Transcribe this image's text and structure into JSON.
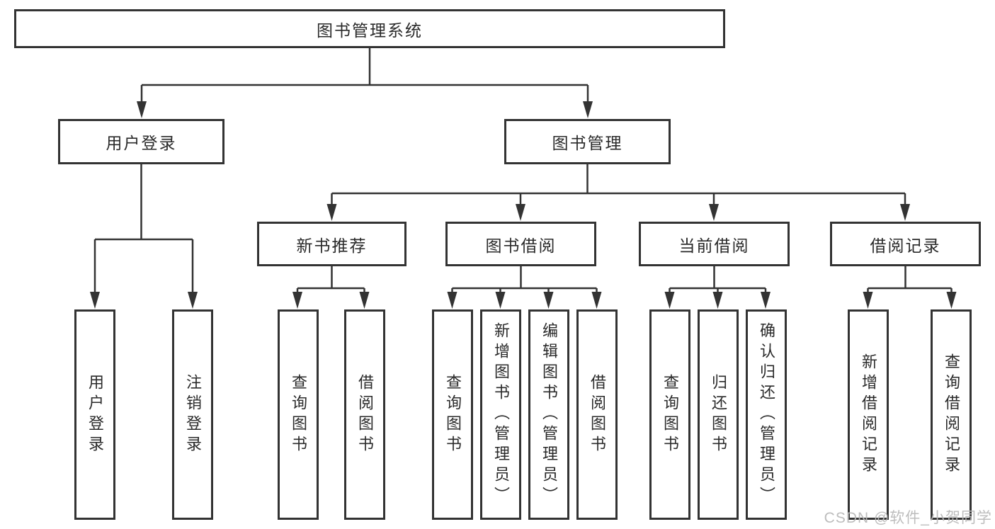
{
  "diagram": {
    "root": {
      "label": "图书管理系统"
    },
    "level2": {
      "user_login": {
        "label": "用户登录"
      },
      "book_mgmt": {
        "label": "图书管理"
      }
    },
    "level3": {
      "new_books": {
        "label": "新书推荐"
      },
      "borrowing": {
        "label": "图书借阅"
      },
      "current": {
        "label": "当前借阅"
      },
      "records": {
        "label": "借阅记录"
      }
    },
    "leaves": {
      "user_login": [
        "用户登录",
        "注销登录"
      ],
      "new_books": [
        "查询图书",
        "借阅图书"
      ],
      "borrowing": [
        "查询图书",
        "新增图书（管理员）",
        "编辑图书（管理员）",
        "借阅图书"
      ],
      "current": [
        "查询图书",
        "归还图书",
        "确认归还（管理员）"
      ],
      "records": [
        "新增借阅记录",
        "查询借阅记录"
      ]
    }
  },
  "watermark": "CSDN @软件_小贺同学",
  "colors": {
    "line": "#333333",
    "box_border": "#333333",
    "text": "#2a2a2a",
    "watermark": "#b9b9b9",
    "background": "#ffffff"
  }
}
